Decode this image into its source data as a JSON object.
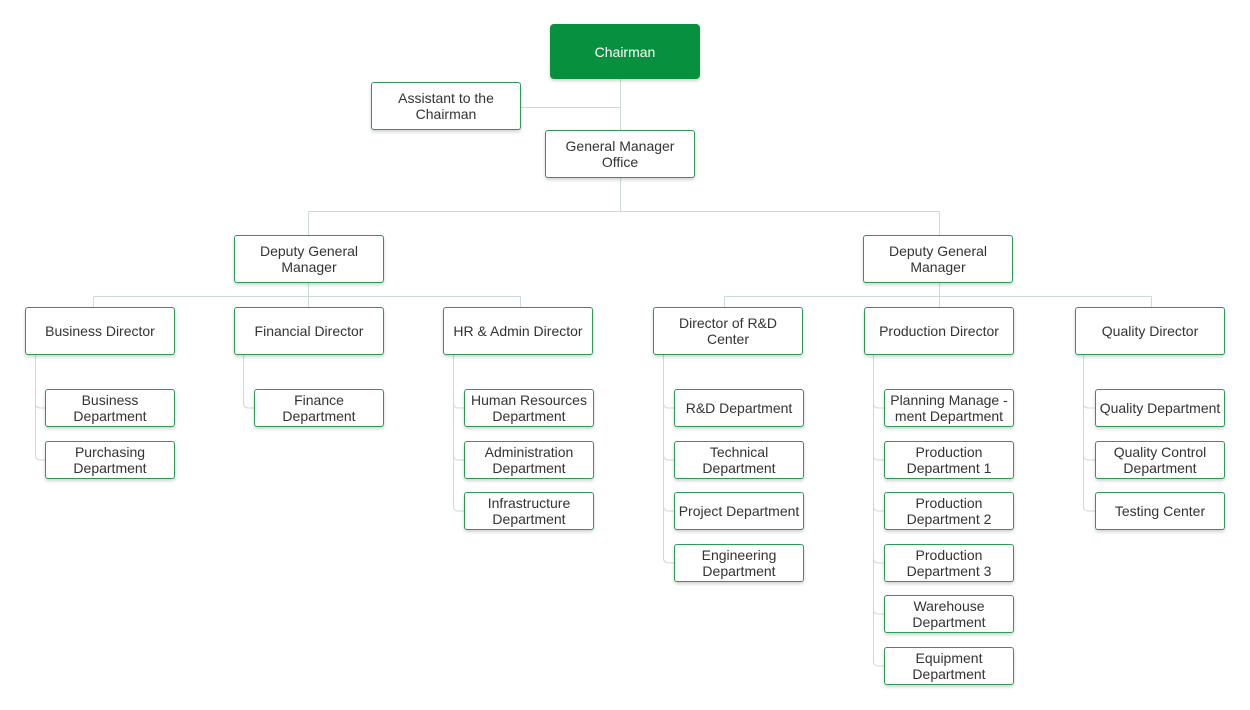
{
  "org_chart": {
    "chairman": "Chairman",
    "assistant": "Assistant to the Chairman",
    "gm_office": "General Manager Office",
    "deputy_left": "Deputy General Manager",
    "deputy_right": "Deputy General Manager",
    "directors": {
      "business": {
        "title": "Business Director",
        "departments": [
          "Business Department",
          "Purchasing Department"
        ]
      },
      "financial": {
        "title": "Financial Director",
        "departments": [
          "Finance Department"
        ]
      },
      "hr_admin": {
        "title": "HR & Admin Director",
        "departments": [
          "Human Resources Department",
          "Administration Department",
          "Infrastructure Department"
        ]
      },
      "rd": {
        "title": "Director of R&D Center",
        "departments": [
          "R&D Department",
          "Technical Department",
          "Project Department",
          "Engineering Department"
        ]
      },
      "production": {
        "title": "Production Director",
        "departments": [
          "Planning Manage -ment Department",
          "Production Department 1",
          "Production Department 2",
          "Production Department 3",
          "Warehouse Department",
          "Equipment Department"
        ]
      },
      "quality": {
        "title": "Quality Director",
        "departments": [
          "Quality Department",
          "Quality Control Department",
          "Testing Center"
        ]
      }
    }
  },
  "colors": {
    "accent": "#07913f",
    "border": "#2e9a57",
    "connector": "#c9ddd3",
    "text": "#333333"
  }
}
